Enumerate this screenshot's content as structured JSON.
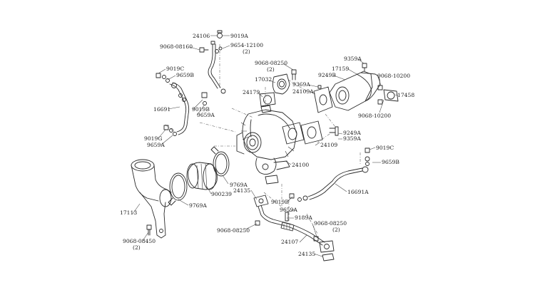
{
  "labels": {
    "p24106": "24106",
    "p9019A_top": "9019A",
    "p9654": "9654-12100",
    "p9654_qty": "(2)",
    "p9068_08160": "9068-08160",
    "p9068_08250_a": "9068-08250",
    "p9068_08250_a_qty": "(2)",
    "p9359A_top": "9359A",
    "p17159": "17159",
    "p9249B": "9249B",
    "p9068_10200_a": "9068-10200",
    "p9369A": "9369A",
    "p24109A": "24109A",
    "p17032": "17032",
    "p24179": "24179",
    "p17458": "17458",
    "p9068_10200_b": "9068-10200",
    "p9019C_left": "9019C",
    "p9659B_left": "9659B",
    "p16691": "16691",
    "p9019B_left": "9019B",
    "p9659A_left": "9659A",
    "p9019G": "9019G",
    "p9659A_low": "9659A",
    "p9249A": "9249A",
    "p9359A_mid": "9359A",
    "p24109": "24109",
    "p9019C_right": "9019C",
    "p9659B_right": "9659B",
    "p24100": "24100",
    "p9769A_right": "9769A",
    "p24135_top": "24135",
    "p16691A": "16691A",
    "p900239": "900239",
    "p9769A_left": "9769A",
    "p17113": "17113",
    "p9019B_low": "9019B",
    "p9659A_bot": "9659A",
    "p9189A": "9189A",
    "p9068_08250_b": "9068-08250",
    "p9068_08250_c": "9068-08250",
    "p9068_08250_c_qty": "(2)",
    "p24107": "24107",
    "p24135_bot": "24135",
    "p9068_08450": "9068-08450",
    "p9068_08450_qty": "(2)"
  }
}
